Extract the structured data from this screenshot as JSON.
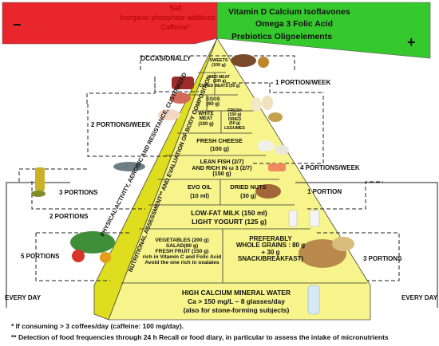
{
  "banner_left": {
    "lines": [
      "Salt",
      "Inorganic phosphate additives",
      "Caffeine*"
    ],
    "sign": "−",
    "color": "#e8262b"
  },
  "banner_right": {
    "lines": [
      "Vitamin D    Calcium   Isoflavones",
      "Omega 3    Folic Acid",
      "Prebiotics   Oligoelements"
    ],
    "sign": "+",
    "color": "#35c92e"
  },
  "pyramid_face_color": "#f6f48a",
  "pyramid_side_color": "#dede1e",
  "side_text": {
    "left": "PHYSICAL ACTIVITY, AEROBIC AND RESISTANCE, CUSTOMIZED",
    "right": "NUTRITIONAL ASSESSMENT** AND EVALUATION OF BODY COMPOSITION"
  },
  "tiers": {
    "sweets": [
      "SWEETS",
      "(100 g)"
    ],
    "red_meat": [
      "RED MEAT",
      "(100 g)",
      "CURED MEATS (50 g)"
    ],
    "eggs": [
      "EGGS",
      "(60 g)"
    ],
    "white_meat": [
      "WHITE",
      "MEAT",
      "(100 g)"
    ],
    "legumes": [
      "FRESH",
      "(150 g)",
      "DRIED",
      "(50 g)",
      "LEGUMES"
    ],
    "cheese": [
      "FRESH CHEESE",
      "(100 g)"
    ],
    "fish": [
      "LEAN FISH (2/7)",
      "AND RICH IN ω 3  (2/7)",
      "(150 g)"
    ],
    "evo_oil": [
      "EVO OIL",
      "(10 ml)"
    ],
    "dried_nuts": [
      "DRIED NUTS",
      "(30 g)"
    ],
    "milk": [
      "LOW-FAT MILK (150 ml)",
      "LIGHT YOGURT (125 g)"
    ],
    "vegetables": [
      "VEGETABLES (200 g)",
      "SALAD(80 g)",
      "FRESH FRUIT (150 g)",
      "rich in Vitamin C and Folic Acid",
      "Avoid the one rich in oxalates"
    ],
    "grains": [
      "PREFERABLY",
      "WHOLE GRAINS : 80 g",
      "+ 30 g",
      "SNACK/BREAKFAST)"
    ],
    "water": [
      "HIGH CALCIUM MINERAL WATER",
      "Ca > 150 mg/L – 8 glasses/day",
      "(also for stone-forming subjects)"
    ]
  },
  "frequency_labels": {
    "occasionally": "OCCASIONALLY",
    "one_week": "1 PORTION/WEEK",
    "two_week": "2 PORTIONS/WEEK",
    "four_week": "4 PORTIONS/WEEK",
    "three_left": "3 PORTIONS",
    "one_right": "1 PORTION",
    "two_left": "2 PORTIONS",
    "five_left": "5 PORTIONS",
    "three_right": "3 PORTIONS",
    "every_day_left": "EVERY DAY",
    "every_day_right": "EVERY DAY"
  },
  "footnotes": [
    "*   If consuming > 3 coffees/day (caffeine: 100 mg/day).",
    "**  Detection of food frequencies through 24 h Recall or food diary, in particular to assess the intake of micronutrients"
  ]
}
